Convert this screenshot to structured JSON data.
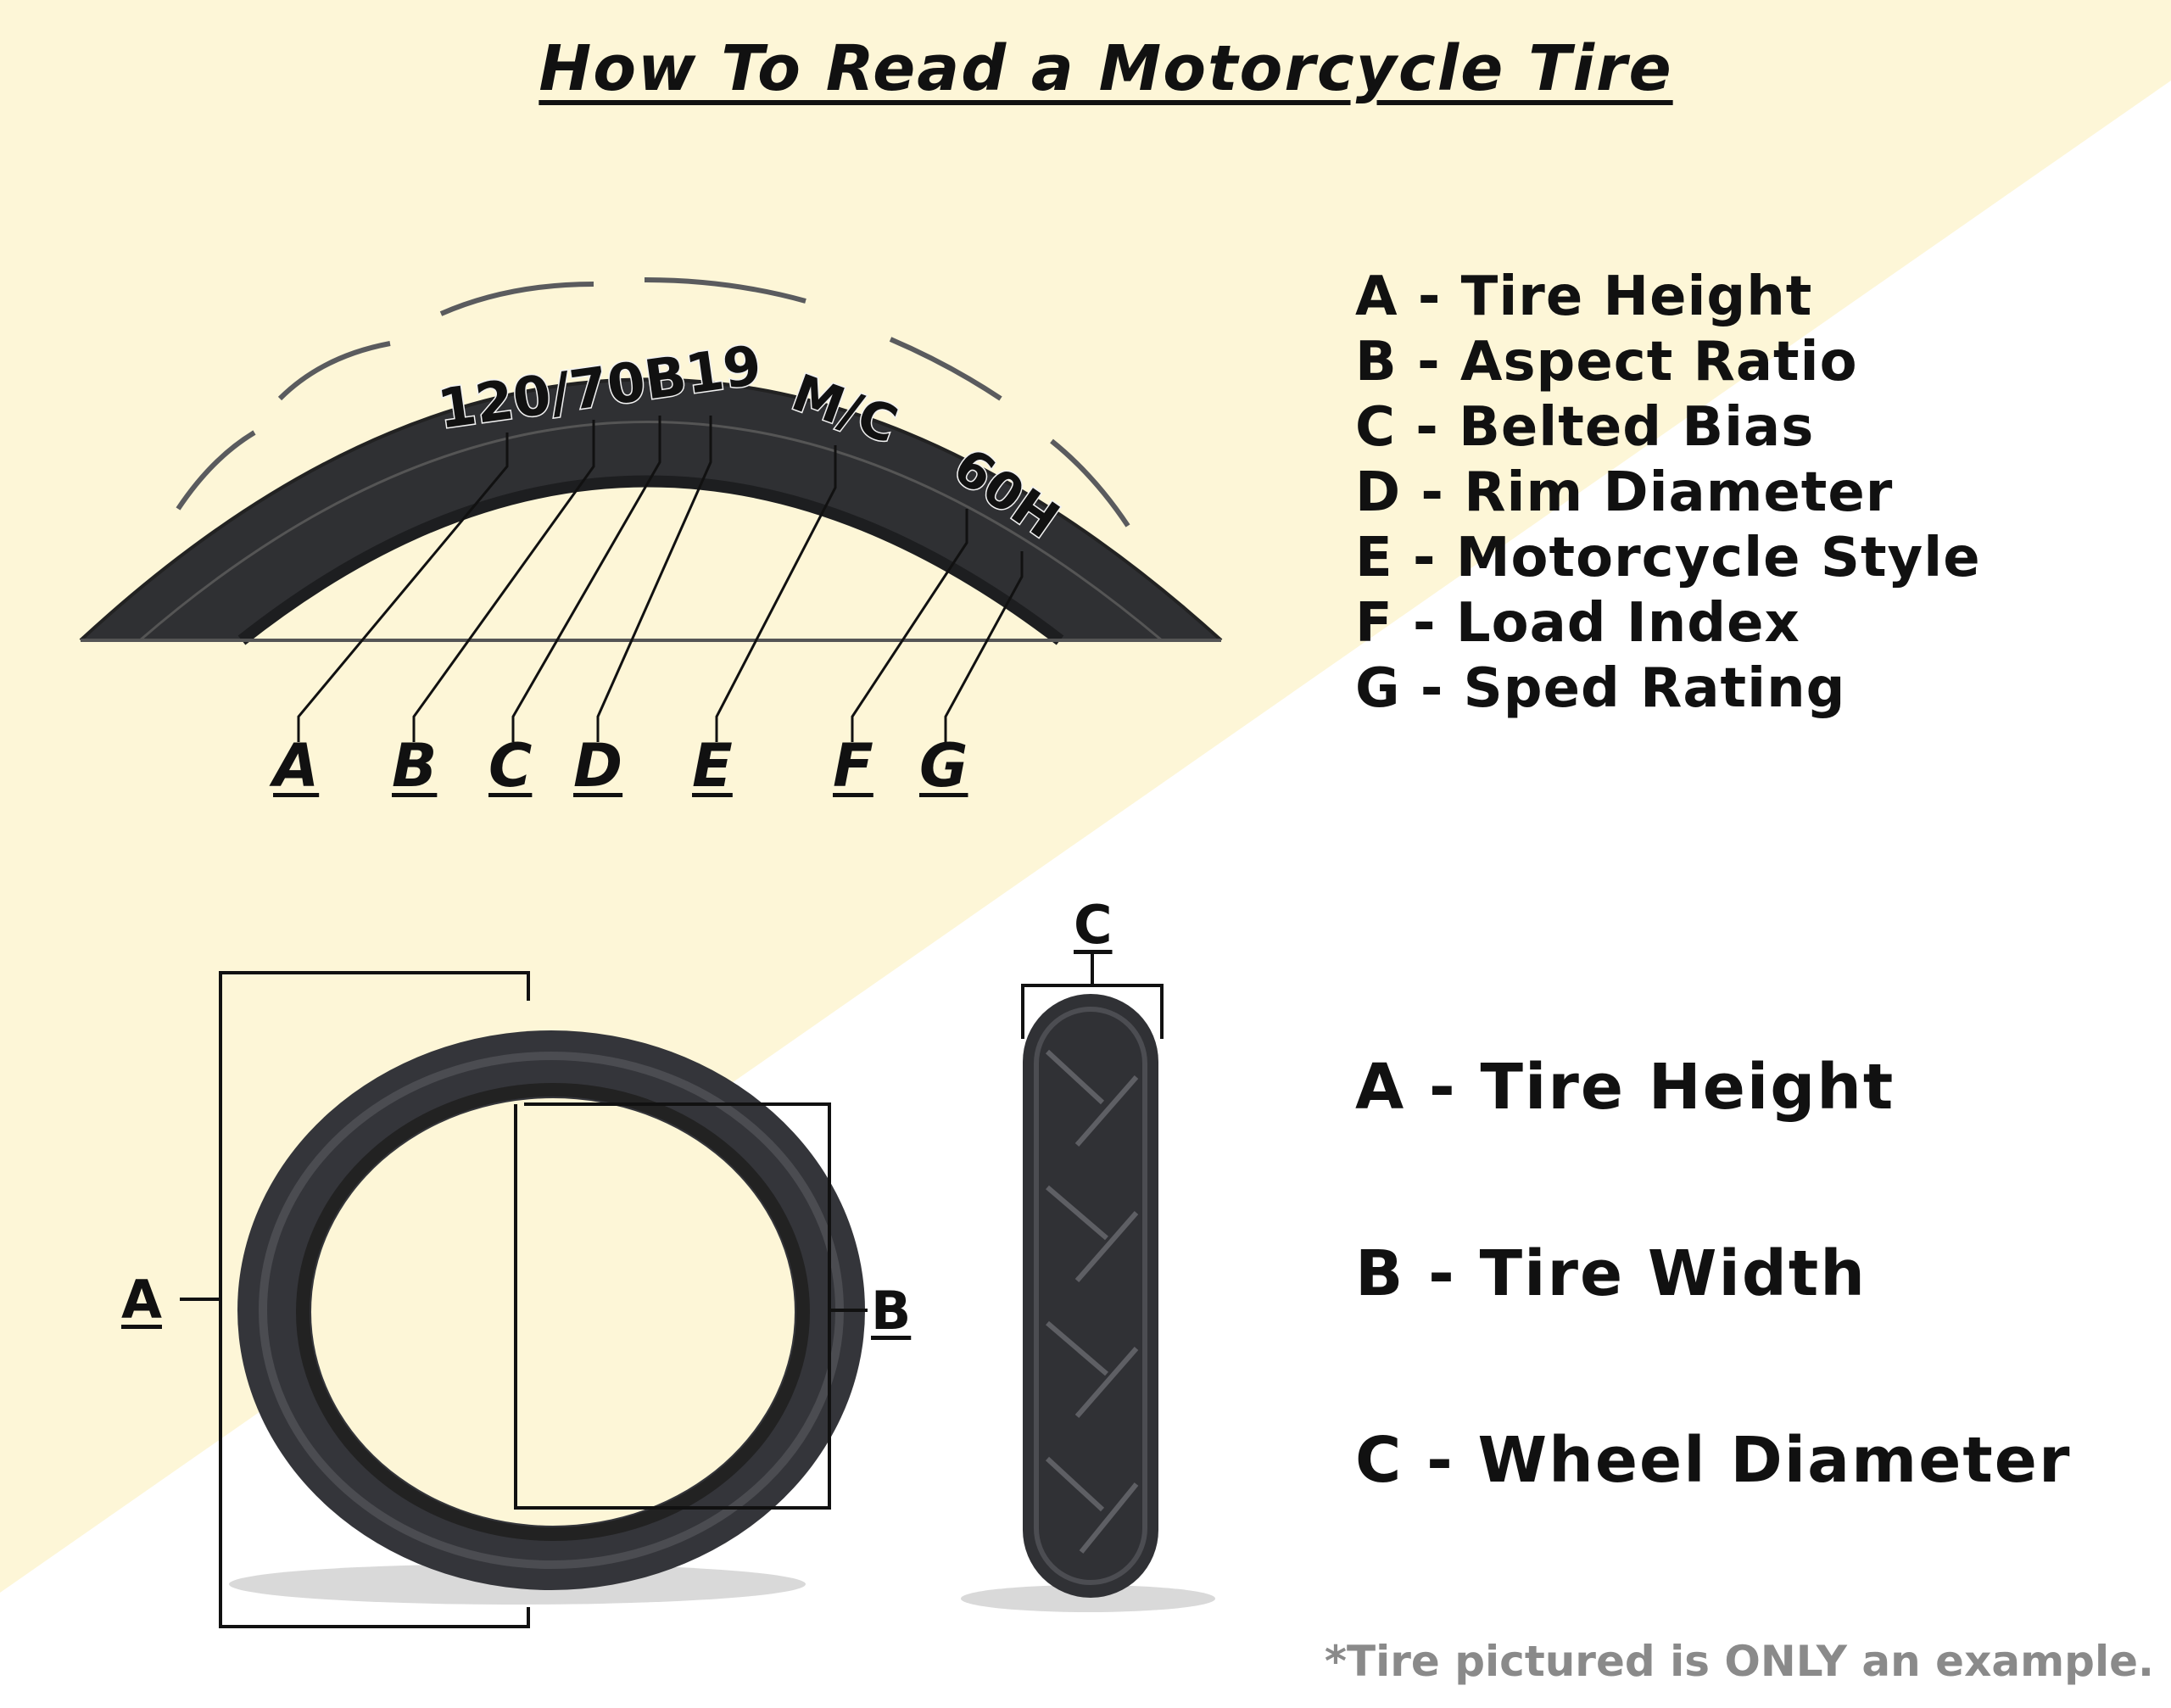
{
  "title": "How To Read a Motorcycle Tire",
  "colors": {
    "cream": "#fdf6d7",
    "ink": "#111111",
    "tire": "#3a3b3e",
    "footnote": "#8a8a8a"
  },
  "sidewall": {
    "size_code": "120/70B19",
    "style_code": "M/C",
    "service_code": "60H",
    "code_labels": [
      "A",
      "B",
      "C",
      "D",
      "E",
      "F",
      "G"
    ]
  },
  "top_legend": [
    "A - Tire Height",
    "B - Aspect Ratio",
    "C - Belted Bias",
    "D - Rim Diameter",
    "E - Motorcycle Style",
    "F - Load Index",
    "G - Sped Rating"
  ],
  "dimensions": {
    "label_a": "A",
    "label_b": "B",
    "label_c": "C"
  },
  "bottom_legend": [
    "A - Tire Height",
    "B - Tire Width",
    "C - Wheel Diameter"
  ],
  "footnote": "*Tire pictured is ONLY an example."
}
